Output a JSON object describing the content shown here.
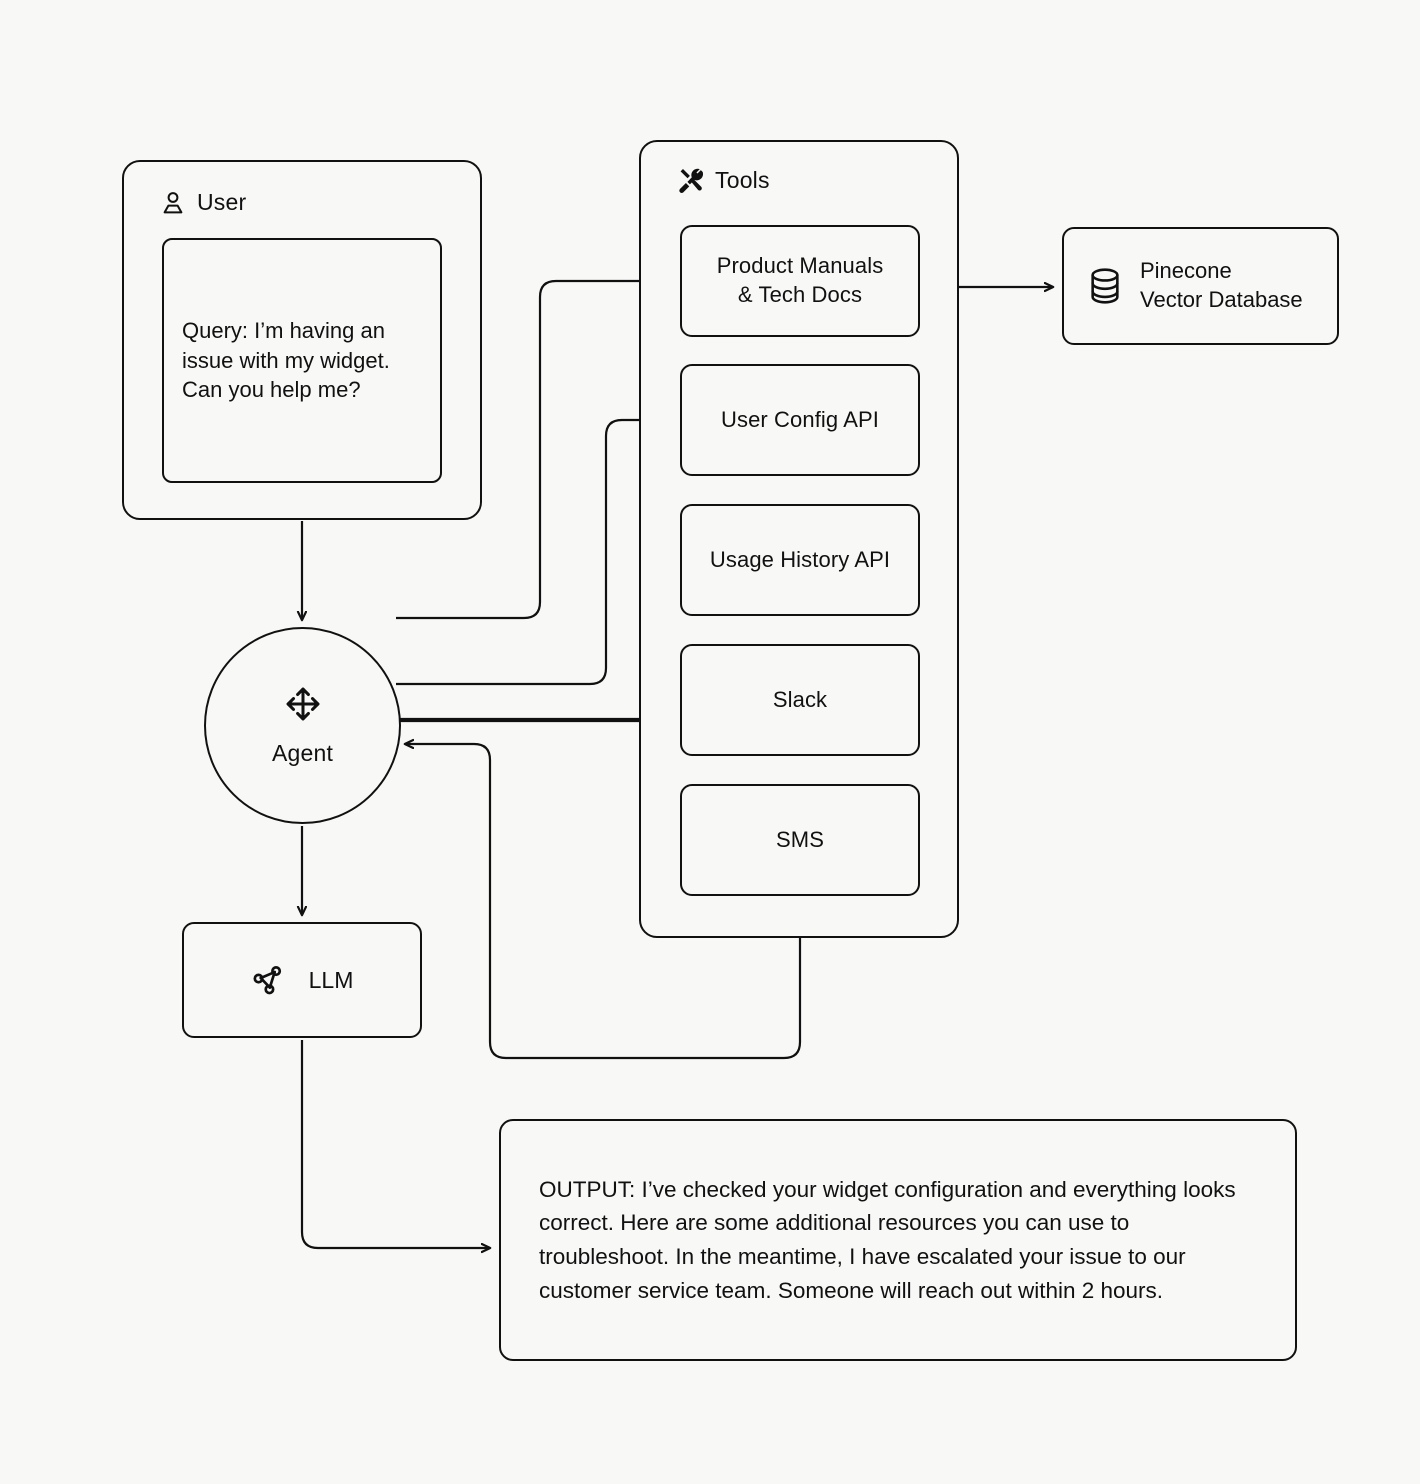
{
  "canvas": {
    "background": "#f8f8f7",
    "stroke": "#111111",
    "text_color": "#111111"
  },
  "user_group": {
    "label": "User",
    "icon": "user-icon",
    "query_text": "Query: I’m having an issue with my widget. Can you help me?"
  },
  "tools_group": {
    "label": "Tools",
    "icon": "tools-icon",
    "tools": [
      {
        "label": "Product Manuals\n& Tech Docs"
      },
      {
        "label": "User Config API"
      },
      {
        "label": "Usage History API"
      },
      {
        "label": "Slack"
      },
      {
        "label": "SMS"
      }
    ]
  },
  "vector_db": {
    "label": "Pinecone\nVector Database",
    "icon": "database-icon"
  },
  "agent": {
    "label": "Agent",
    "icon": "move-arrows-icon"
  },
  "llm": {
    "label": "LLM",
    "icon": "network-graph-icon"
  },
  "output": {
    "text": "OUTPUT: I’ve checked your widget configuration and everything looks correct. Here are some additional resources you can use to troubleshoot. In the meantime, I have escalated your issue to our customer service team. Someone will reach out within 2 hours."
  },
  "edges": [
    {
      "name": "user-to-agent",
      "from": "user-group",
      "to": "agent",
      "arrow": true
    },
    {
      "name": "agent-to-product-manuals",
      "from": "agent",
      "to": "tool-0",
      "arrow": true
    },
    {
      "name": "agent-to-user-config-api",
      "from": "agent",
      "to": "tool-1",
      "arrow": true
    },
    {
      "name": "agent-to-usage-history-api",
      "from": "agent",
      "to": "tool-2",
      "arrow": true
    },
    {
      "name": "agent-to-slack",
      "from": "agent",
      "to": "tool-3",
      "arrow": true
    },
    {
      "name": "tools-to-agent-return",
      "from": "tools-group",
      "to": "agent",
      "arrow": true
    },
    {
      "name": "tools-to-pinecone",
      "from": "tools-group",
      "to": "vector_db",
      "arrow": true
    },
    {
      "name": "agent-to-llm",
      "from": "agent",
      "to": "llm",
      "arrow": true
    },
    {
      "name": "llm-to-output",
      "from": "llm",
      "to": "output",
      "arrow": true
    }
  ]
}
